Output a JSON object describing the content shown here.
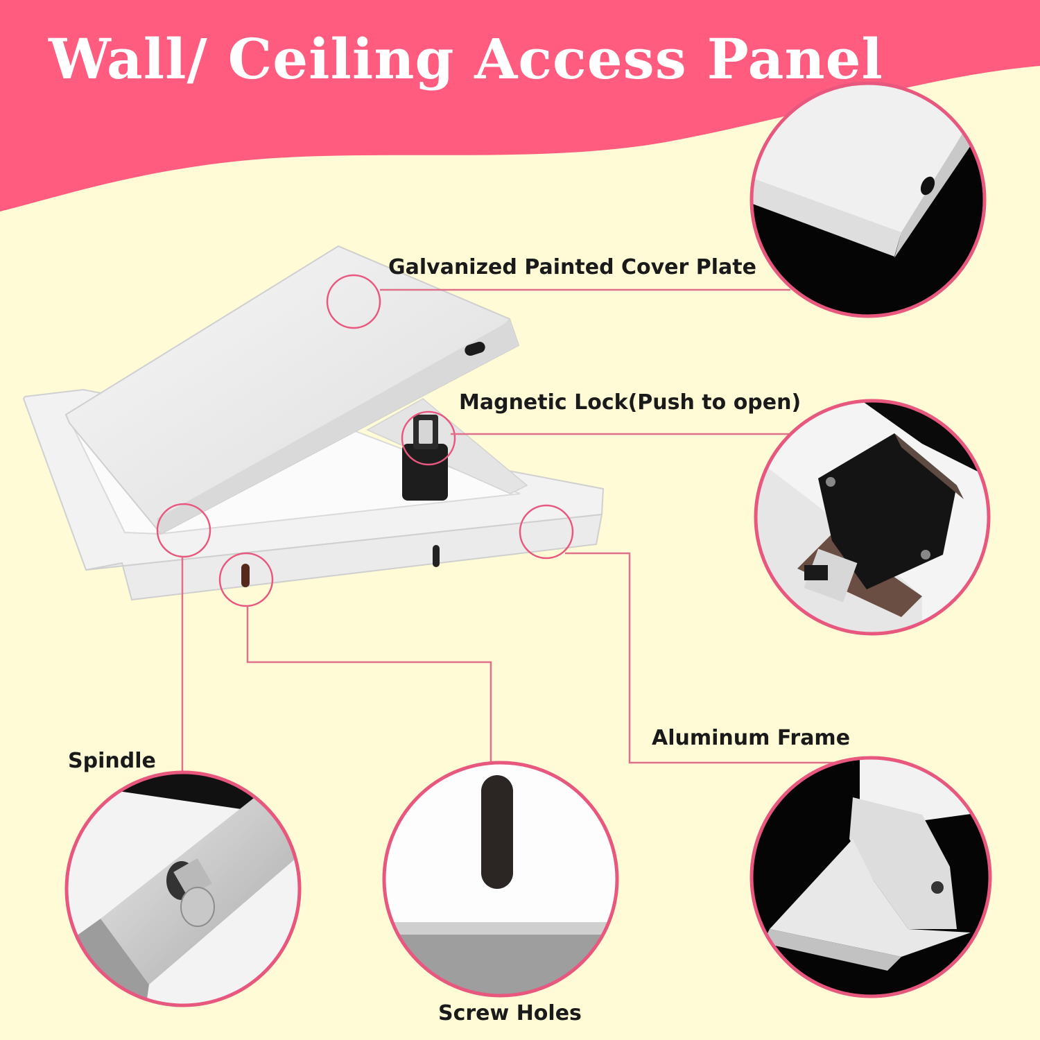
{
  "header": {
    "title": "Wall/ Ceiling Access Panel"
  },
  "callouts": {
    "cover_plate": "Galvanized Painted Cover Plate",
    "magnetic_lock": "Magnetic Lock(Push to open)",
    "aluminum_frame": "Aluminum Frame",
    "spindle": "Spindle",
    "screw_holes": "Screw Holes"
  },
  "colors": {
    "banner": "#FF5C80",
    "background": "#FFFBD6",
    "accent_circle": "#E8577E",
    "leader_line": "#E0708A"
  }
}
